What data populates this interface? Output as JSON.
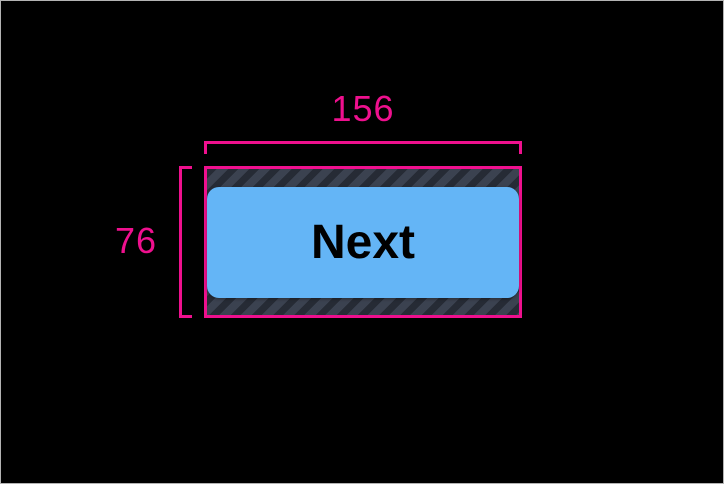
{
  "figure": {
    "background_color": "#000000",
    "border_color": "#b3b3b3",
    "description_colors": {
      "measurement_accent": "#ef108e",
      "padding_hatch_base": "#3b4250",
      "padding_hatch_stripe": "#262b35"
    }
  },
  "measurements": {
    "width": {
      "label": "156"
    },
    "height": {
      "label": "76"
    }
  },
  "button": {
    "label": "Next",
    "fill_color": "#64b5f6",
    "text_color": "#000000"
  }
}
